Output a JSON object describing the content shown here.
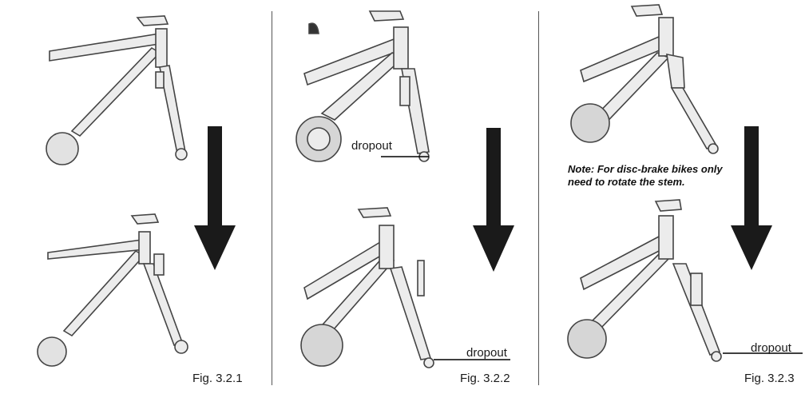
{
  "figures": [
    {
      "caption": "Fig. 3.2.1"
    },
    {
      "caption": "Fig. 3.2.2",
      "dropout_label_top": "dropout",
      "dropout_label_bottom": "dropout"
    },
    {
      "caption": "Fig. 3.2.3",
      "dropout_label": "dropout",
      "note_line1": "Note: For disc-brake bikes only",
      "note_line2": "need to rotate the stem."
    }
  ],
  "colors": {
    "frame_fill": "#ececec",
    "frame_stroke": "#444444",
    "arrow": "#1a1a1a"
  },
  "icons": [
    "down-arrow-icon"
  ]
}
